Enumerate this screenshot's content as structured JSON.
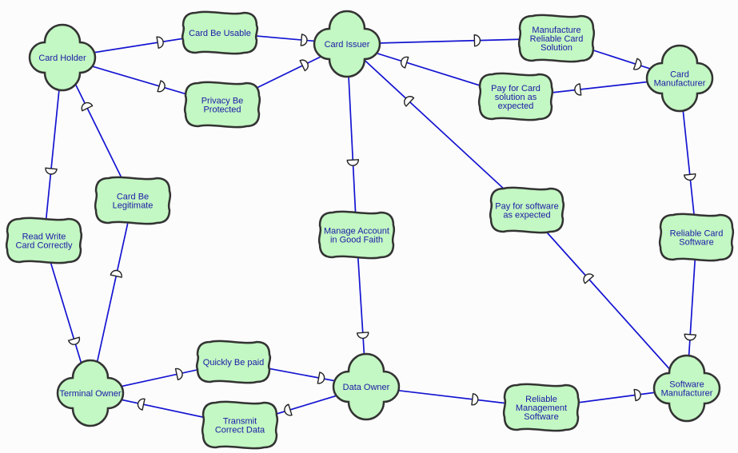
{
  "actors": [
    {
      "id": "card_holder",
      "label": [
        "Card Holder"
      ],
      "icon": "cloud-actor-icon"
    },
    {
      "id": "card_issuer",
      "label": [
        "Card Issuer"
      ],
      "icon": "cloud-actor-icon"
    },
    {
      "id": "card_manufacturer",
      "label": [
        "Card",
        "Manufacturer"
      ],
      "icon": "cloud-actor-icon"
    },
    {
      "id": "terminal_owner",
      "label": [
        "Terminal Owner"
      ],
      "icon": "cloud-actor-icon"
    },
    {
      "id": "data_owner",
      "label": [
        "Data Owner"
      ],
      "icon": "cloud-actor-icon"
    },
    {
      "id": "software_manufacturer",
      "label": [
        "Software",
        "Manufacturer"
      ],
      "icon": "cloud-actor-icon"
    }
  ],
  "goals": [
    {
      "id": "card_be_usable",
      "label": [
        "Card Be Usable"
      ]
    },
    {
      "id": "privacy_be_protected",
      "label": [
        "Privacy Be",
        "Protected"
      ]
    },
    {
      "id": "manufacture_reliable_card_solution",
      "label": [
        "Manufacture",
        "Reliable Card",
        "Solution"
      ]
    },
    {
      "id": "pay_for_card_solution",
      "label": [
        "Pay for Card",
        "solution as",
        "expected"
      ]
    },
    {
      "id": "card_be_legitimate",
      "label": [
        "Card Be",
        "Legitimate"
      ]
    },
    {
      "id": "read_write_card_correctly",
      "label": [
        "Read Write",
        "Card Correctly"
      ]
    },
    {
      "id": "manage_account_good_faith",
      "label": [
        "Manage Account",
        "in Good Faith"
      ]
    },
    {
      "id": "pay_for_software",
      "label": [
        "Pay for software",
        "as expected"
      ]
    },
    {
      "id": "reliable_card_software",
      "label": [
        "Reliable Card",
        "Software"
      ]
    },
    {
      "id": "quickly_be_paid",
      "label": [
        "Quickly Be paid"
      ]
    },
    {
      "id": "transmit_correct_data",
      "label": [
        "Transmit",
        "Correct Data"
      ]
    },
    {
      "id": "reliable_management_software",
      "label": [
        "Reliable",
        "Management",
        "Software"
      ]
    }
  ],
  "dependencies": [
    {
      "from": "card_holder",
      "via": "card_be_usable",
      "to": "card_issuer"
    },
    {
      "from": "card_holder",
      "via": "privacy_be_protected",
      "to": "card_issuer"
    },
    {
      "from": "card_issuer",
      "via": "manufacture_reliable_card_solution",
      "to": "card_manufacturer"
    },
    {
      "from": "card_manufacturer",
      "via": "pay_for_card_solution",
      "to": "card_issuer"
    },
    {
      "from": "terminal_owner",
      "via": "card_be_legitimate",
      "to": "card_holder"
    },
    {
      "from": "card_holder",
      "via": "read_write_card_correctly",
      "to": "terminal_owner"
    },
    {
      "from": "card_issuer",
      "via": "manage_account_good_faith",
      "to": "data_owner"
    },
    {
      "from": "software_manufacturer",
      "via": "pay_for_software",
      "to": "card_issuer"
    },
    {
      "from": "card_manufacturer",
      "via": "reliable_card_software",
      "to": "software_manufacturer"
    },
    {
      "from": "terminal_owner",
      "via": "quickly_be_paid",
      "to": "data_owner"
    },
    {
      "from": "data_owner",
      "via": "transmit_correct_data",
      "to": "terminal_owner"
    },
    {
      "from": "data_owner",
      "via": "reliable_management_software",
      "to": "software_manufacturer"
    }
  ],
  "colors": {
    "node_fill": "#c3f7c3",
    "node_stroke": "#333333",
    "line": "#1414d2",
    "text": "#1a1aa6",
    "background": "#fcfcfc"
  },
  "dependency_icon": "half-circle-dependency-icon"
}
